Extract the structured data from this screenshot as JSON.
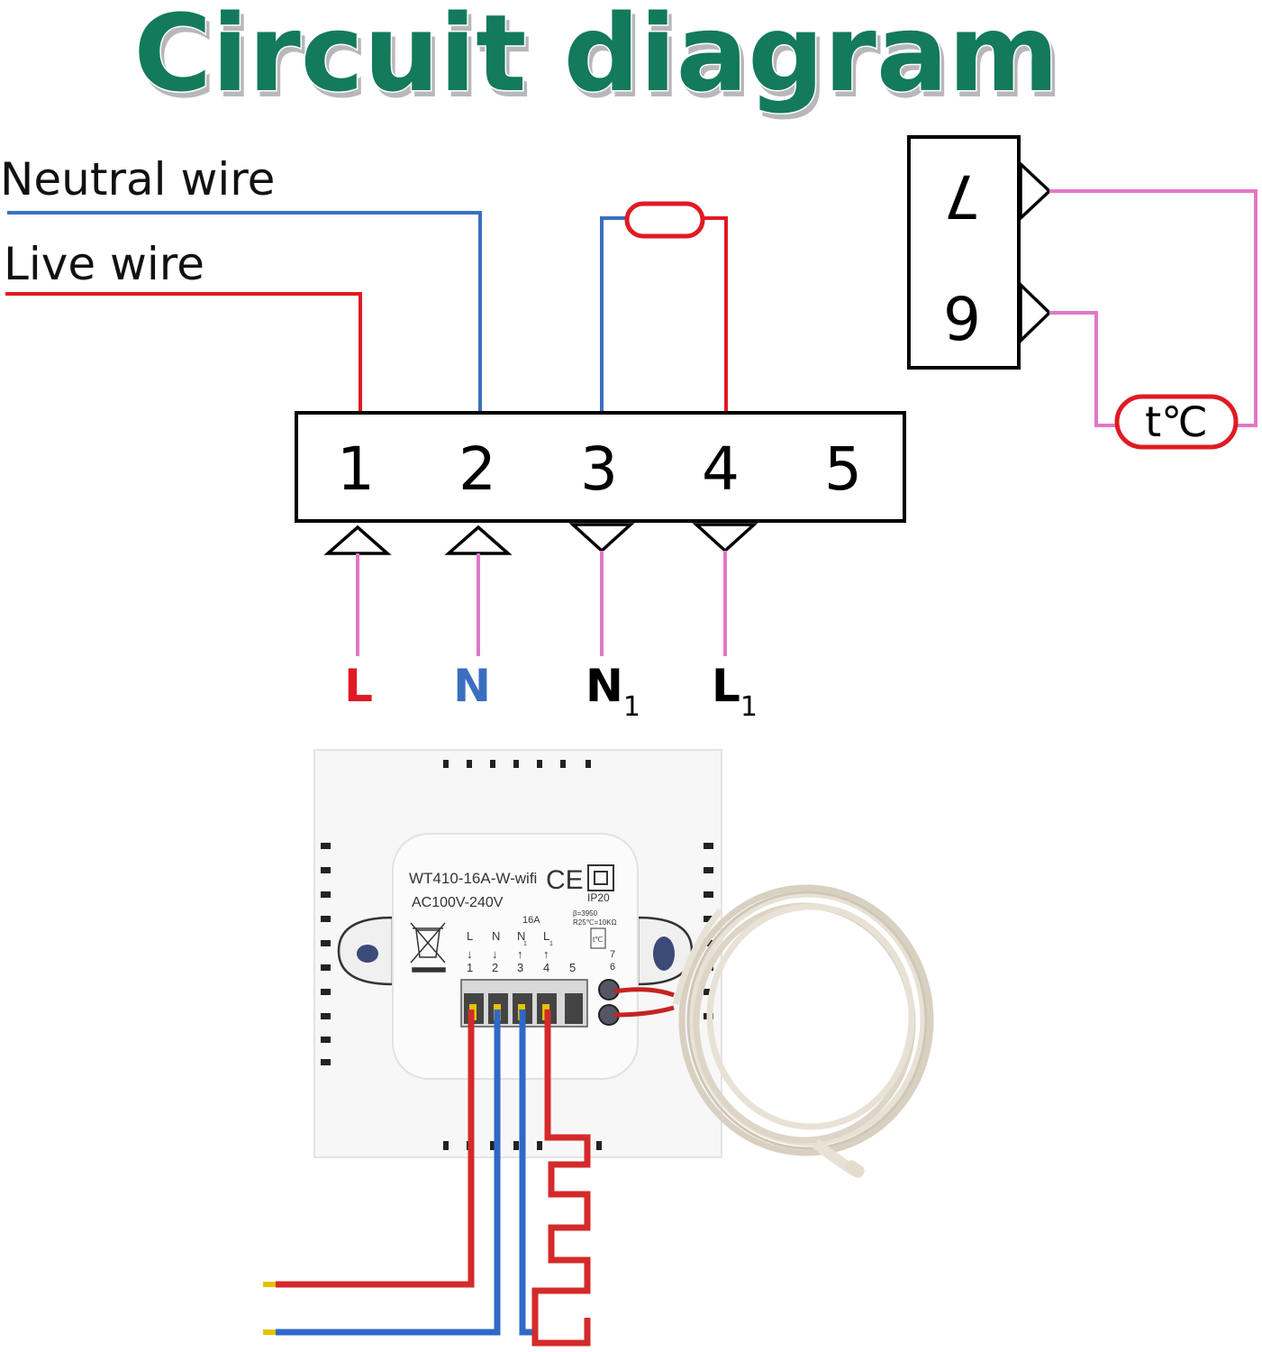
{
  "title": "Circuit diagram",
  "wires": {
    "neutral_label": "Neutral wire",
    "live_label": "Live wire"
  },
  "terminal_block": {
    "numbers": [
      "1",
      "2",
      "3",
      "4",
      "5"
    ]
  },
  "sensor_block": {
    "numbers": [
      "7",
      "6"
    ],
    "sensor_label": "t℃"
  },
  "bottom_labels": {
    "l": "L",
    "n": "N",
    "n1_main": "N",
    "n1_sub": "1",
    "l1_main": "L",
    "l1_sub": "1"
  },
  "device": {
    "model": "WT410-16A-W-wifi",
    "voltage": "AC100V-240V",
    "ce_mark": "CE",
    "ip_rating": "IP20",
    "current": "16A",
    "beta": "β=3950",
    "resistance": "R25℃=10KΩ",
    "sensor_mini": "t℃",
    "term_letters": [
      "L",
      "N",
      "N",
      "L"
    ],
    "term_subs": [
      "",
      "",
      "1",
      "1"
    ],
    "term_arrows": [
      "↓",
      "↓",
      "↑",
      "↑"
    ],
    "term_numbers": [
      "1",
      "2",
      "3",
      "4",
      "5"
    ],
    "sensor_terms": [
      "7",
      "6"
    ]
  },
  "colors": {
    "title_green": "#137a5c",
    "title_shadow": "#bdbdbd",
    "neutral_blue": "#3a6fc0",
    "live_red": "#e01a22",
    "sensor_pink": "#e078c8",
    "label_red": "#e01a22",
    "label_blue": "#3a6fc0"
  }
}
